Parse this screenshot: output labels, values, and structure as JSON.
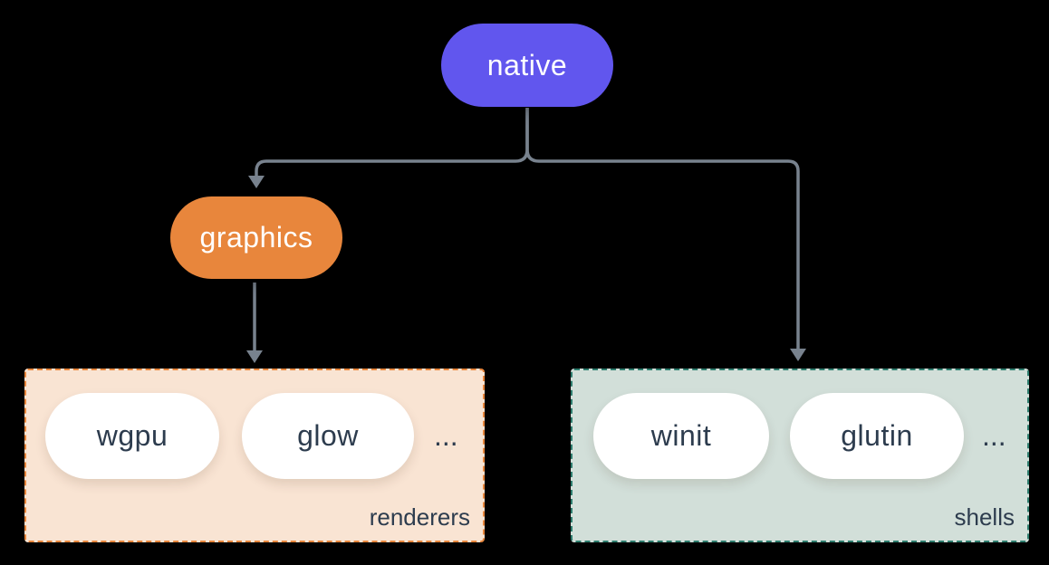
{
  "diagram": {
    "canvas_bg": "#000000",
    "connector_color": "#78828e",
    "item_style": {
      "bg": "#ffffff",
      "text_color": "#2d3c4e"
    },
    "nodes": {
      "native": {
        "label": "native",
        "bg": "#6156ee",
        "text_color": "#ffffff"
      },
      "graphics": {
        "label": "graphics",
        "bg": "#e8863c",
        "text_color": "#ffffff"
      }
    },
    "groups": {
      "renderers": {
        "label": "renderers",
        "bg": "#f9e4d3",
        "border_color": "#e8863c",
        "items": [
          "wgpu",
          "glow"
        ],
        "ellipsis": "..."
      },
      "shells": {
        "label": "shells",
        "bg": "#d2dfd9",
        "border_color": "#2e7d6e",
        "items": [
          "winit",
          "glutin"
        ],
        "ellipsis": "..."
      }
    },
    "edges": [
      {
        "from": "native",
        "to": "graphics"
      },
      {
        "from": "native",
        "to": "shells"
      },
      {
        "from": "graphics",
        "to": "renderers"
      }
    ]
  }
}
